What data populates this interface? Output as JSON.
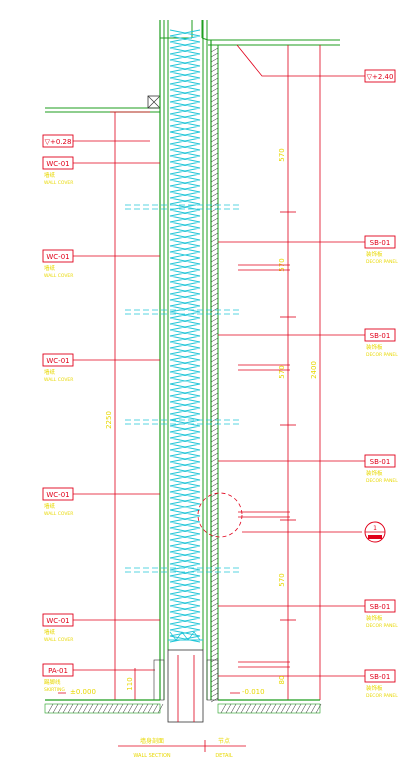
{
  "colors": {
    "background": "#ffffff",
    "leader": "#e0001a",
    "tag_text": "#e0001a",
    "note": "#e8d800",
    "insulation": "#22c6d8",
    "wall_green": "#1e9e1e",
    "hatch": "#2b2b2b"
  },
  "left_tags": [
    {
      "code": "▽+0.28",
      "note": ""
    },
    {
      "code": "WC-01",
      "note": "墙纸\nWALL COVER"
    },
    {
      "code": "WC-01",
      "note": "墙纸\nWALL COVER"
    },
    {
      "code": "WC-01",
      "note": "墙纸\nWALL COVER"
    },
    {
      "code": "WC-01",
      "note": "墙纸\nWALL COVER"
    },
    {
      "code": "WC-01",
      "note": "墙纸\nWALL COVER"
    },
    {
      "code": "PA-01",
      "note": "踢脚线\nSKIRTING"
    }
  ],
  "right_tags": [
    {
      "code": "▽+2.40",
      "note": ""
    },
    {
      "code": "SB-01",
      "note": "装饰板\nDECOR PANEL"
    },
    {
      "code": "SB-01",
      "note": "装饰板\nDECOR PANEL"
    },
    {
      "code": "SB-01",
      "note": "装饰板\nDECOR PANEL"
    },
    {
      "code": "SB-01",
      "note": "装饰板\nDECOR PANEL"
    },
    {
      "code": "SB-01",
      "note": "装饰板\nDECOR PANEL"
    }
  ],
  "dimensions": {
    "left_total": "2250",
    "right_total": "2400",
    "segments": [
      "570",
      "570",
      "570",
      "570",
      "80"
    ],
    "base": "110"
  },
  "floor_labels": {
    "left": "±0.000",
    "right": "-0.010"
  },
  "detail_callout": "1",
  "bottom_labels": {
    "left": "墙身剖面",
    "left_sub": "WALL SECTION",
    "right": "节点",
    "right_sub": "DETAIL"
  }
}
